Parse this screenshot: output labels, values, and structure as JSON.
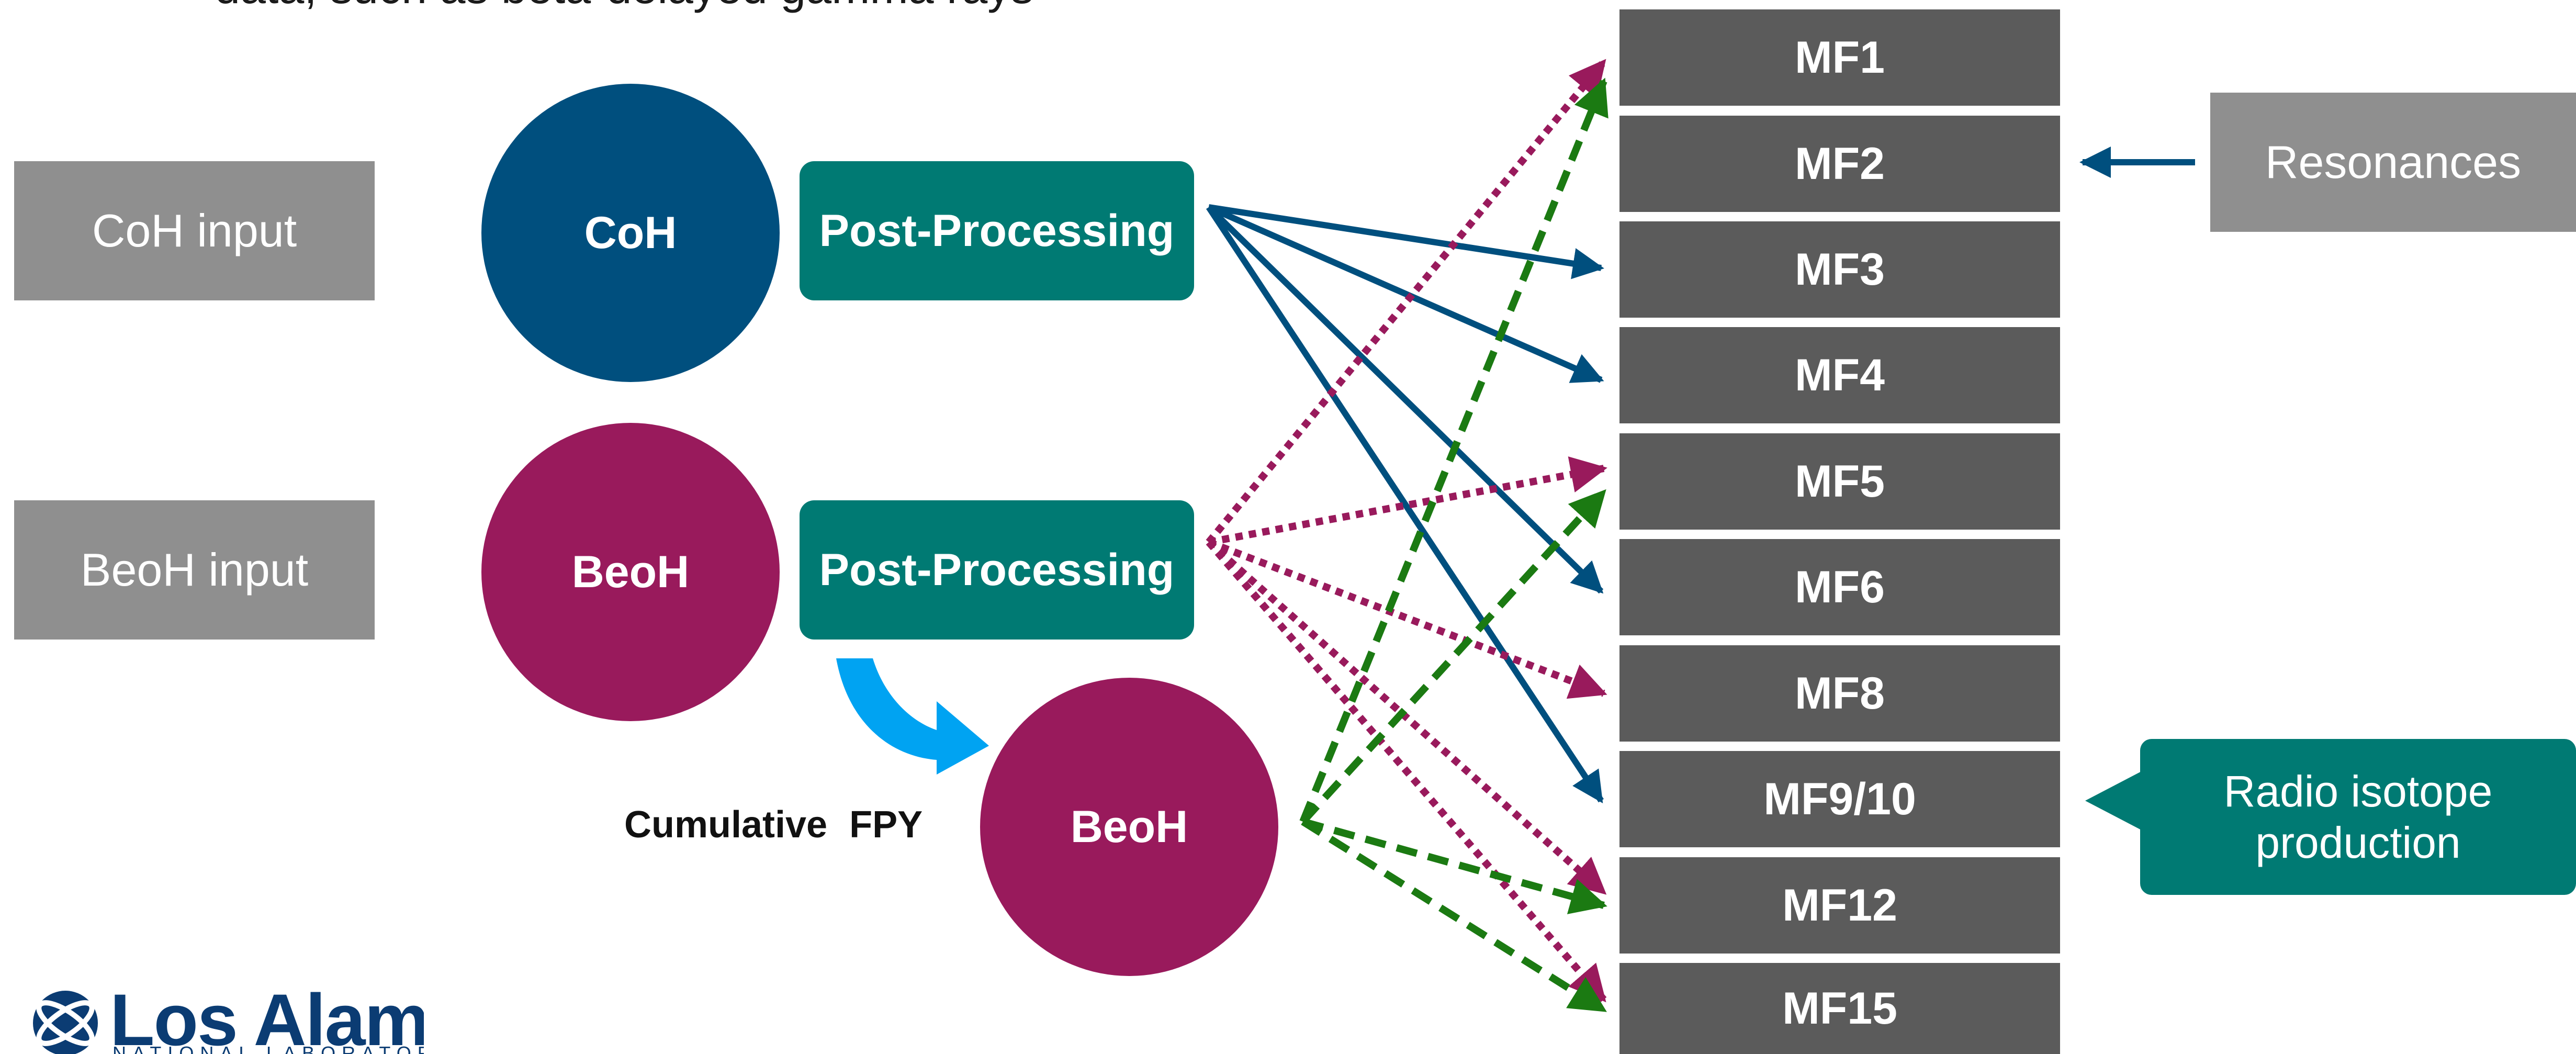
{
  "header": {
    "text": "data, such as beta-delayed gamma rays"
  },
  "inputs": {
    "coh_input": "CoH input",
    "beoh_input": "BeoH input"
  },
  "codes": {
    "coh": "CoH",
    "beoh": "BeoH",
    "beoh_fpy": "BeoH"
  },
  "post_processing": {
    "coh": "Post-Processing",
    "beoh": "Post-Processing"
  },
  "cumulative_label": "Cumulative  FPY",
  "mf_files": [
    "MF1",
    "MF2",
    "MF3",
    "MF4",
    "MF5",
    "MF6",
    "MF8",
    "MF9/10",
    "MF12",
    "MF15"
  ],
  "resonances": "Resonances",
  "callout": {
    "line1": "Radio isotope",
    "line2": "production"
  },
  "logo": {
    "name": "Los Alamos",
    "sub": "NATIONAL LABORATORY"
  },
  "colors": {
    "coh_blue": "#004F7E",
    "beoh_purple": "#991A5C",
    "teal": "#007A73",
    "gray": "#8F8F8F",
    "mf_gray": "#5B5B5B",
    "green_dashed": "#1B7A12",
    "bright_blue": "#00A3F2"
  }
}
